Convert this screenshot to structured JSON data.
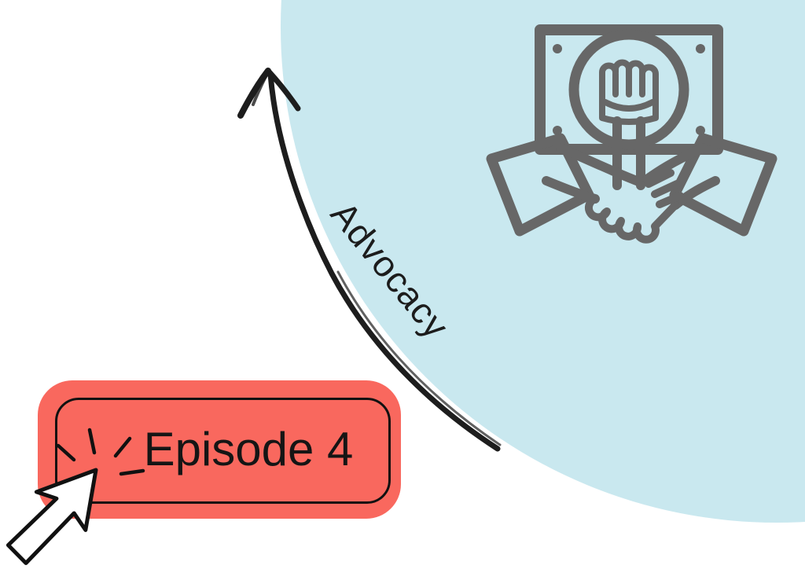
{
  "graphic": {
    "badge_label": "Episode 4",
    "arrow_label": "Advocacy"
  },
  "icons": {
    "solidarity": "raised-fist-placard-over-handshake",
    "arrow": "hand-drawn-curved-arrow-pointing-up",
    "cursor": "mouse-pointer-with-click-sparkle"
  },
  "colors": {
    "background": "#ffffff",
    "circle_fill": "#c9e8ef",
    "badge_fill": "#f9685e",
    "badge_outline": "#111111",
    "icon_stroke": "#676767",
    "ink": "#1c1c1c"
  }
}
